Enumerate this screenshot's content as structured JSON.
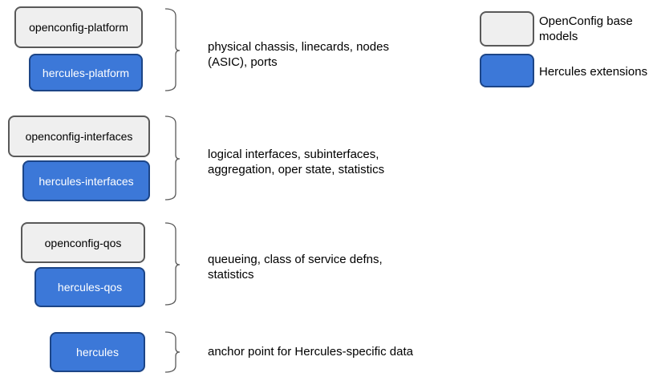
{
  "groups": [
    {
      "base": "openconfig-platform",
      "extension": "hercules-platform",
      "description": [
        "physical chassis, linecards, nodes",
        "(ASIC), ports"
      ]
    },
    {
      "base": "openconfig-interfaces",
      "extension": "hercules-interfaces",
      "description": [
        "logical interfaces, subinterfaces,",
        "aggregation, oper state, statistics"
      ]
    },
    {
      "base": "openconfig-qos",
      "extension": "hercules-qos",
      "description": [
        "queueing, class of service defns,",
        "statistics"
      ]
    },
    {
      "base": null,
      "extension": "hercules",
      "description": [
        "anchor point for Hercules-specific data"
      ]
    }
  ],
  "legend": {
    "base_label": [
      "OpenConfig base",
      "models"
    ],
    "extension_label": "Hercules extensions"
  },
  "colors": {
    "base_fill": "#efefef",
    "extension_fill": "#3c78d8",
    "border": "#595959"
  }
}
